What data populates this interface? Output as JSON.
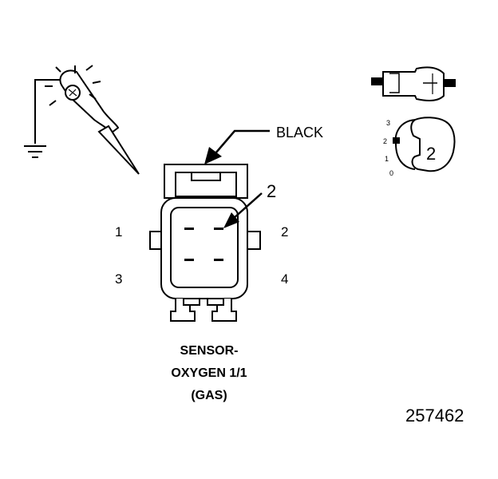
{
  "diagram": {
    "wire_color_label": "BLACK",
    "callout_number": "2",
    "pin_labels": [
      "1",
      "2",
      "3",
      "4"
    ],
    "caption_lines": [
      "SENSOR-",
      "OXYGEN 1/1",
      "(GAS)"
    ],
    "figure_number": "257462",
    "lock_detail": {
      "position_numbers": [
        "3",
        "2",
        "1",
        "0"
      ],
      "lock_number": "2"
    }
  }
}
